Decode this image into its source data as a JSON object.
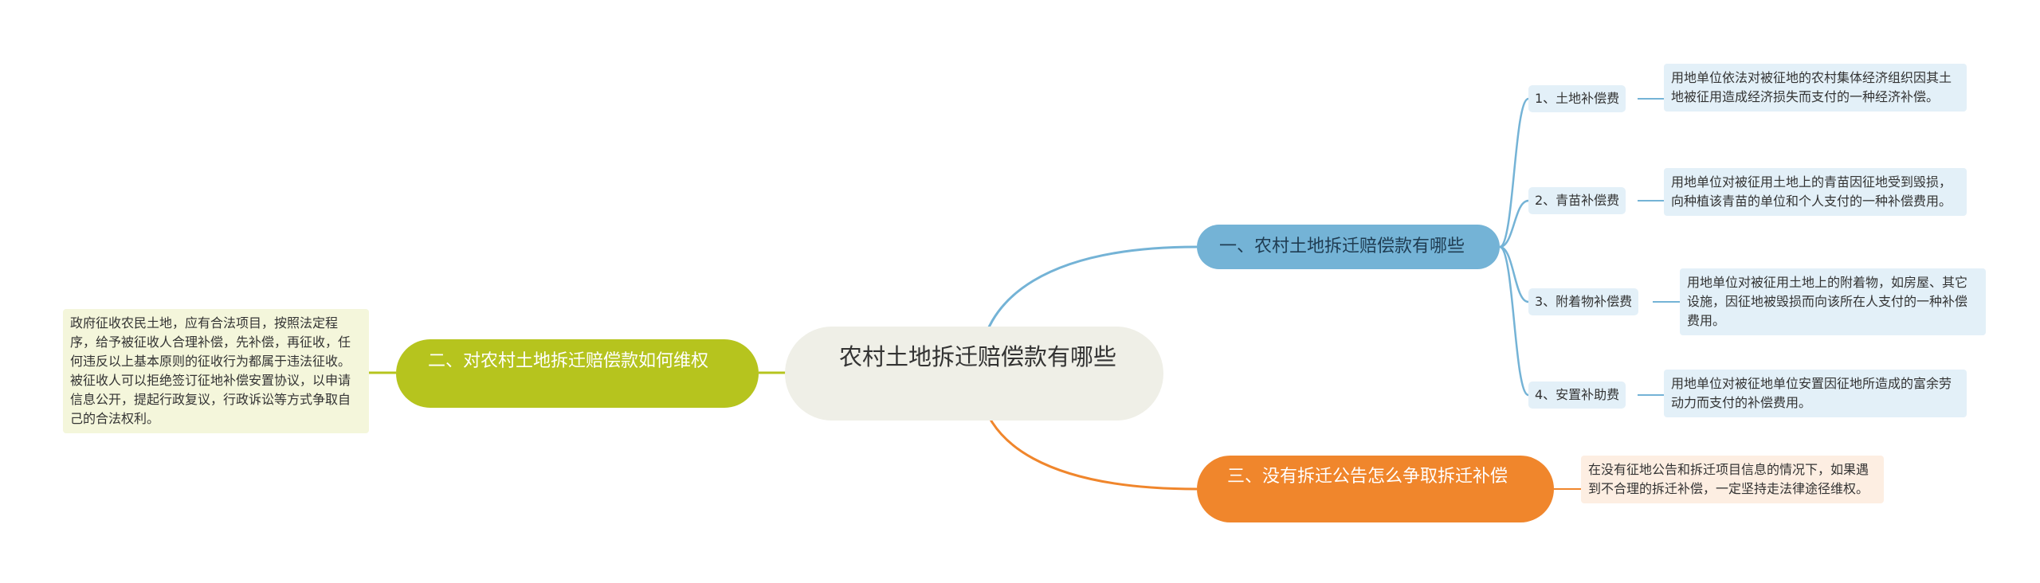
{
  "root": {
    "title": "农村土地拆迁赔偿款有哪些"
  },
  "branches": [
    {
      "label": "一、农村土地拆迁赔偿款有哪些",
      "color": "#74b3d6",
      "children": [
        {
          "label": "1、土地补偿费",
          "desc": "用地单位依法对被征地的农村集体经济组织因其土地被征用造成经济损失而支付的一种经济补偿。"
        },
        {
          "label": "2、青苗补偿费",
          "desc": "用地单位对被征用土地上的青苗因征地受到毁损，向种植该青苗的单位和个人支付的一种补偿费用。"
        },
        {
          "label": "3、附着物补偿费",
          "desc": "用地单位对被征用土地上的附着物，如房屋、其它设施，因征地被毁损而向该所在人支付的一种补偿费用。"
        },
        {
          "label": "4、安置补助费",
          "desc": "用地单位对被征地单位安置因征地所造成的富余劳动力而支付的补偿费用。"
        }
      ]
    },
    {
      "label": "二、对农村土地拆迁赔偿款如何维权",
      "color": "#b6c41e",
      "desc": "政府征收农民土地，应有合法项目，按照法定程序，给予被征收人合理补偿，先补偿，再征收，任何违反以上基本原则的征收行为都属于违法征收。被征收人可以拒绝签订征地补偿安置协议，以申请信息公开，提起行政复议，行政诉讼等方式争取自己的合法权利。"
    },
    {
      "label": "三、没有拆迁公告怎么争取拆迁补偿",
      "color": "#f0862c",
      "desc": "在没有征地公告和拆迁项目信息的情况下，如果遇到不合理的拆迁补偿，一定坚持走法律途径维权。"
    }
  ]
}
